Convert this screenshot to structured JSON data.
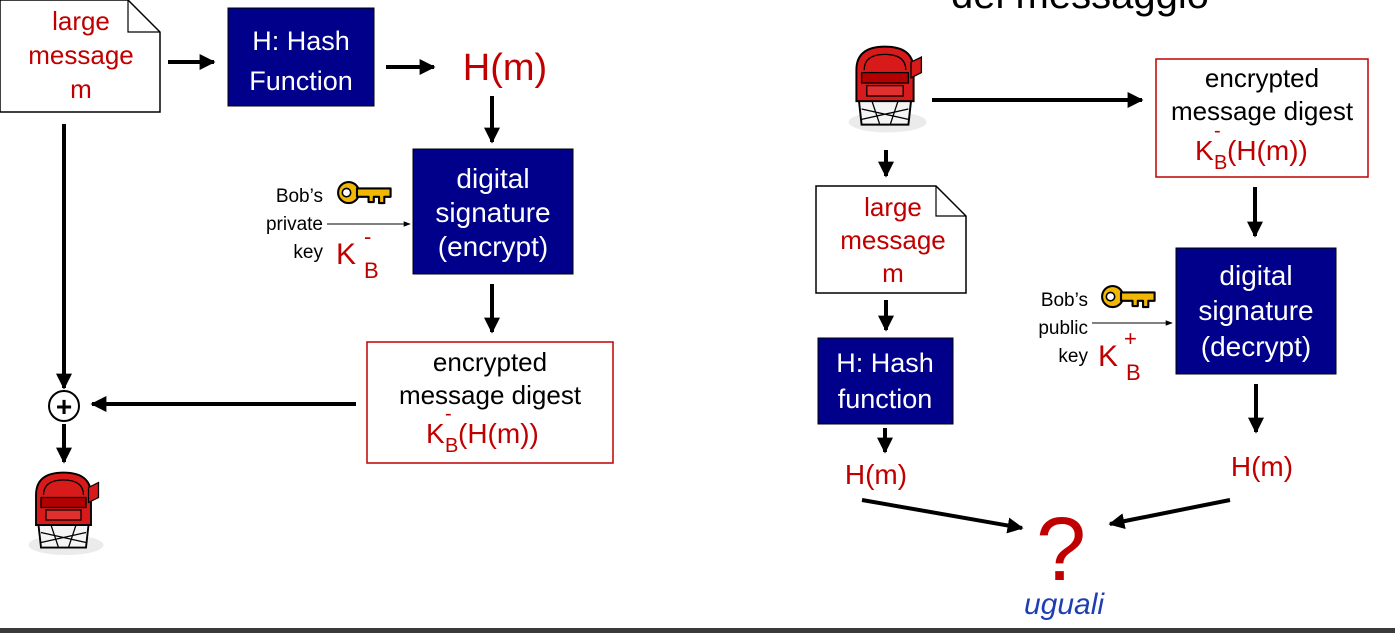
{
  "left": {
    "message_doc": {
      "line1": "large",
      "line2": "message",
      "line3": "m"
    },
    "hash_box": {
      "line1": "H: Hash",
      "line2": "Function"
    },
    "hash_output": "H(m)",
    "signature_box": {
      "line1": "digital",
      "line2": "signature",
      "line3": "(encrypt)"
    },
    "key_label": {
      "line1": "Bob’s",
      "line2": "private",
      "line3": "key"
    },
    "key_symbol": {
      "base": "K",
      "sub": "B",
      "sup": "-"
    },
    "digest_box": {
      "line1": "encrypted",
      "line2": "message digest",
      "formula_k": "K",
      "formula_sub": "B",
      "formula_sup": "-",
      "formula_rest": "(H(m))"
    },
    "combine_symbol": "+"
  },
  "right": {
    "title_partial": "del messaggio",
    "digest_box": {
      "line1": "encrypted",
      "line2": "message digest",
      "formula_k": "K",
      "formula_sub": "B",
      "formula_sup": "-",
      "formula_rest": "(H(m))"
    },
    "message_doc": {
      "line1": "large",
      "line2": "message",
      "line3": "m"
    },
    "hash_box": {
      "line1": "H: Hash",
      "line2": "function"
    },
    "signature_box": {
      "line1": "digital",
      "line2": "signature",
      "line3": "(decrypt)"
    },
    "key_label": {
      "line1": "Bob’s",
      "line2": "public",
      "line3": "key"
    },
    "key_symbol": {
      "base": "K",
      "sub": "B",
      "sup": "+"
    },
    "hash_output_left": "H(m)",
    "hash_output_right": "H(m)",
    "question": "?",
    "compare_label": "uguali"
  },
  "colors": {
    "box_fill": "#00008b",
    "accent_red": "#c00000",
    "compare_blue": "#1f3fb0",
    "key_gold": "#f2b705"
  }
}
